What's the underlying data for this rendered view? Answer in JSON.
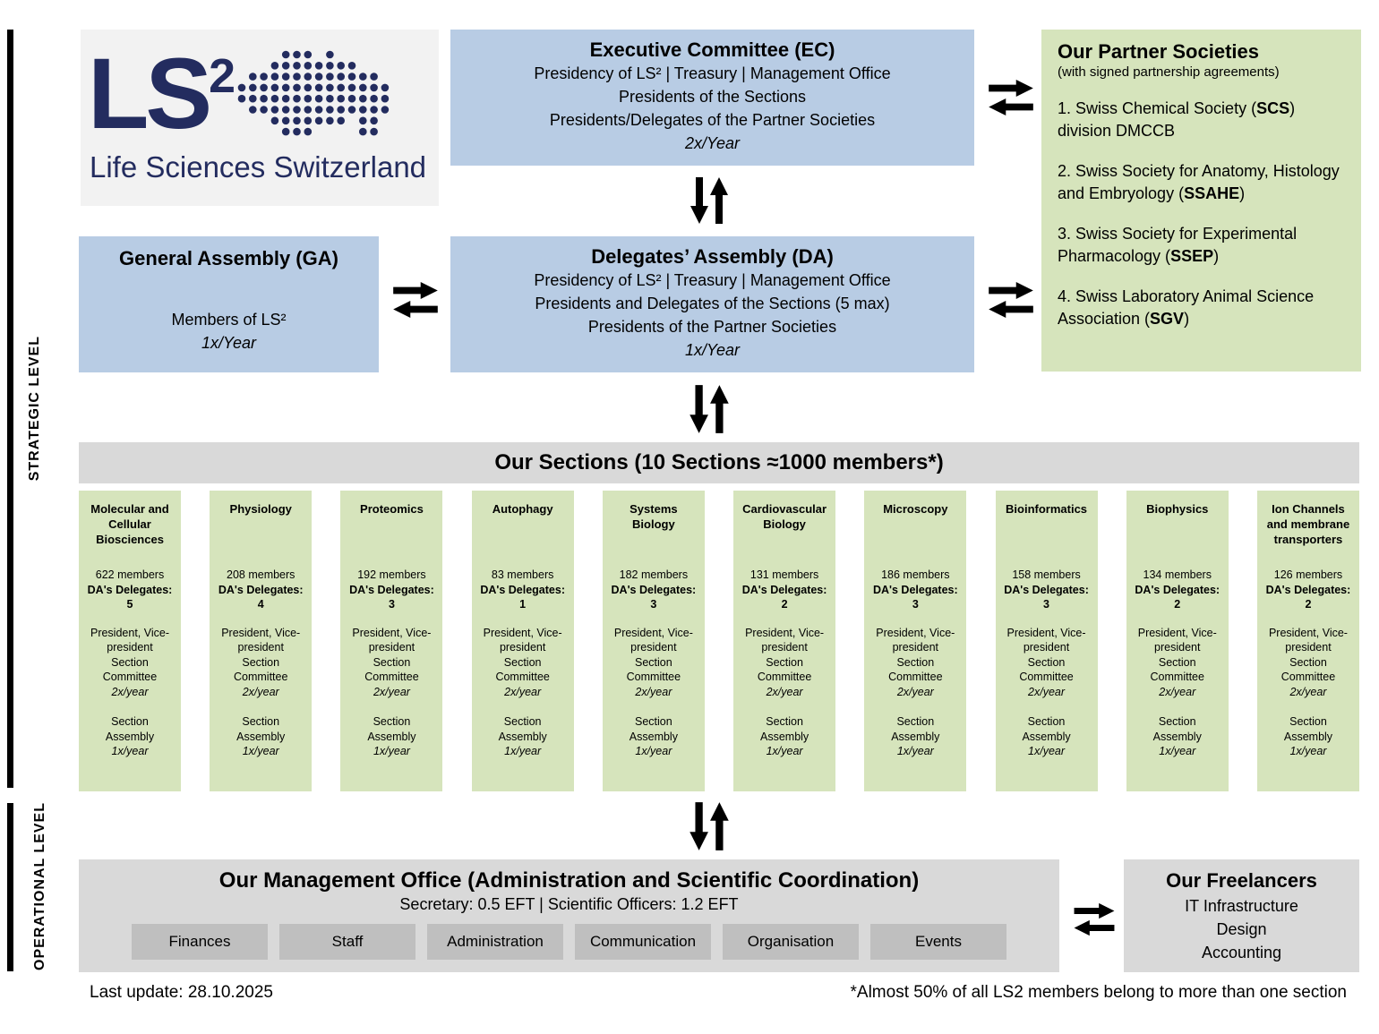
{
  "logo": {
    "wordmark": "LS",
    "superscript": "2",
    "tagline": "Life Sciences Switzerland"
  },
  "levels": {
    "strategic": "STRATEGIC LEVEL",
    "operational": "OPERATIONAL LEVEL"
  },
  "executive_committee": {
    "title": "Executive Committee (EC)",
    "lines": [
      "Presidency of LS² | Treasury | Management Office",
      "Presidents of the Sections",
      "Presidents/Delegates of the Partner Societies"
    ],
    "frequency": "2x/Year"
  },
  "general_assembly": {
    "title": "General Assembly (GA)",
    "members": "Members of LS²",
    "frequency": "1x/Year"
  },
  "delegates_assembly": {
    "title": "Delegates’ Assembly (DA)",
    "lines": [
      "Presidency of LS² | Treasury | Management Office",
      "Presidents and Delegates of the Sections (5 max)",
      "Presidents of the Partner Societies"
    ],
    "frequency": "1x/Year"
  },
  "partner_societies": {
    "title": "Our Partner Societies",
    "subtitle": "(with signed partnership agreements)",
    "items": [
      {
        "pre": "1. Swiss Chemical Society (",
        "bold": "SCS",
        "post": ") division DMCCB"
      },
      {
        "pre": "2. Swiss Society for Anatomy, Histology and Embryology (",
        "bold": "SSAHE",
        "post": ")"
      },
      {
        "pre": "3. Swiss Society for Experimental Pharmacology (",
        "bold": "SSEP",
        "post": ")"
      },
      {
        "pre": "4. Swiss Laboratory Animal Science Association (",
        "bold": "SGV",
        "post": ")"
      }
    ]
  },
  "sections": {
    "header": "Our Sections (10 Sections ≈1000 members*)",
    "items": [
      {
        "name": "Molecular and\nCellular\nBiosciences",
        "members": "622 members",
        "delegates_label": "DA's Delegates:",
        "delegates": "5",
        "committee": "President, Vice-president\nSection\nCommittee",
        "committee_frequency": "2x/year",
        "assembly": "Section\nAssembly",
        "assembly_frequency": "1x/year"
      },
      {
        "name": "Physiology",
        "members": "208 members",
        "delegates_label": "DA's Delegates:",
        "delegates": "4",
        "committee": "President, Vice-president\nSection\nCommittee",
        "committee_frequency": "2x/year",
        "assembly": "Section\nAssembly",
        "assembly_frequency": "1x/year"
      },
      {
        "name": "Proteomics",
        "members": "192 members",
        "delegates_label": "DA's Delegates:",
        "delegates": "3",
        "committee": "President, Vice-president\nSection\nCommittee",
        "committee_frequency": "2x/year",
        "assembly": "Section\nAssembly",
        "assembly_frequency": "1x/year"
      },
      {
        "name": "Autophagy",
        "members": "83 members",
        "delegates_label": "DA's Delegates:",
        "delegates": "1",
        "committee": "President, Vice-president\nSection\nCommittee",
        "committee_frequency": "2x/year",
        "assembly": "Section\nAssembly",
        "assembly_frequency": "1x/year"
      },
      {
        "name": "Systems\nBiology",
        "members": "182 members",
        "delegates_label": "DA's Delegates:",
        "delegates": "3",
        "committee": "President, Vice-president\nSection\nCommittee",
        "committee_frequency": "2x/year",
        "assembly": "Section\nAssembly",
        "assembly_frequency": "1x/year"
      },
      {
        "name": "Cardiovascular\nBiology",
        "members": "131 members",
        "delegates_label": "DA's Delegates:",
        "delegates": "2",
        "committee": "President, Vice-president\nSection\nCommittee",
        "committee_frequency": "2x/year",
        "assembly": "Section\nAssembly",
        "assembly_frequency": "1x/year"
      },
      {
        "name": "Microscopy",
        "members": "186 members",
        "delegates_label": "DA's Delegates:",
        "delegates": "3",
        "committee": "President, Vice-president\nSection\nCommittee",
        "committee_frequency": "2x/year",
        "assembly": "Section\nAssembly",
        "assembly_frequency": "1x/year"
      },
      {
        "name": "Bioinformatics",
        "members": "158 members",
        "delegates_label": "DA's Delegates:",
        "delegates": "3",
        "committee": "President, Vice-president\nSection\nCommittee",
        "committee_frequency": "2x/year",
        "assembly": "Section\nAssembly",
        "assembly_frequency": "1x/year"
      },
      {
        "name": "Biophysics",
        "members": "134 members",
        "delegates_label": "DA's Delegates:",
        "delegates": "2",
        "committee": "President, Vice-president\nSection\nCommittee",
        "committee_frequency": "2x/year",
        "assembly": "Section\nAssembly",
        "assembly_frequency": "1x/year"
      },
      {
        "name": "Ion Channels\nand membrane\ntransporters",
        "members": "126 members",
        "delegates_label": "DA's Delegates:",
        "delegates": "2",
        "committee": "President, Vice-president\nSection\nCommittee",
        "committee_frequency": "2x/year",
        "assembly": "Section\nAssembly",
        "assembly_frequency": "1x/year"
      }
    ]
  },
  "management_office": {
    "title": "Our Management Office (Administration and Scientific Coordination)",
    "subtitle": "Secretary: 0.5 EFT | Scientific Officers: 1.2 EFT",
    "departments": [
      {
        "label": "Finances"
      },
      {
        "label": "Staff"
      },
      {
        "label": "Administration"
      },
      {
        "label": "Communication"
      },
      {
        "label": "Organisation"
      },
      {
        "label": "Events"
      }
    ]
  },
  "freelancers": {
    "title": "Our Freelancers",
    "lines": "IT Infrastructure\nDesign\nAccounting"
  },
  "footer": {
    "last_update": "Last update: 28.10.2025",
    "note": "*Almost 50% of all LS2 members belong to more than one section"
  },
  "icons": {
    "horizontal_exchange": "double-arrow-horizontal-icon",
    "vertical_exchange": "double-arrow-vertical-icon",
    "logo_map": "switzerland-dot-map-icon"
  },
  "colors": {
    "blue_box": "#b8cce4",
    "green_box": "#d6e4bc",
    "gray_box": "#d9d9d9",
    "dark_gray_box": "#bfbfbf",
    "logo_navy": "#232c5f",
    "arrow": "#000000"
  }
}
